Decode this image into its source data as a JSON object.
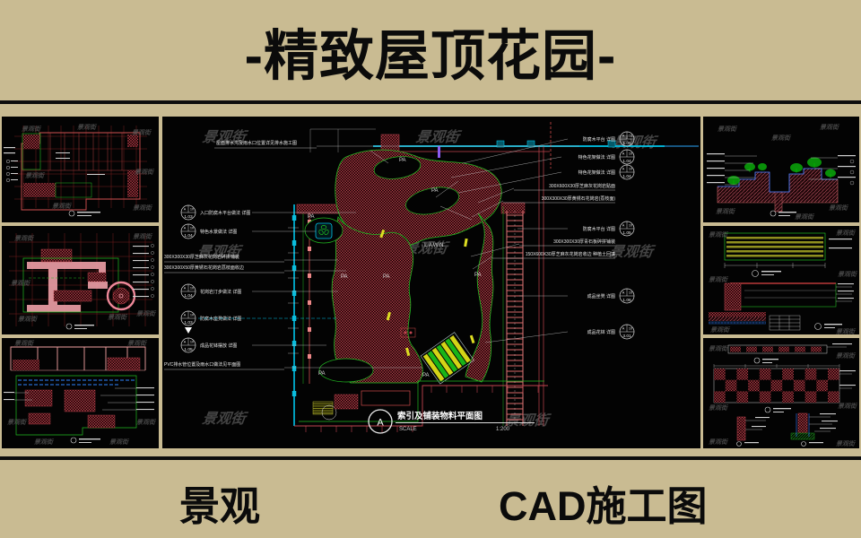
{
  "page": {
    "background": "#c9bb92",
    "panel_background": "#030303",
    "accent_red": "#c2454f",
    "accent_green": "#22bb22",
    "accent_cyan": "#00c4ea"
  },
  "header": {
    "title": "-精致屋顶花园-"
  },
  "footer": {
    "left_text": "景观",
    "right_text": "CAD施工图"
  },
  "watermark": {
    "text": "景观街"
  },
  "main_drawing": {
    "sheet_letter": "A",
    "title": "索引及铺装物料平面图",
    "scale_label": "SCALE",
    "scale_value": "1:200",
    "labels": {
      "lawn": "LAWN",
      "pa": "PA"
    },
    "callout": {
      "zone": "A",
      "sheet": "10"
    },
    "annotation_top": "屋面排水沟及雨水口位置详见排水施工图",
    "annotations_left": [
      {
        "ref": "1.03",
        "text": "入口防腐木平台做法 详图"
      },
      {
        "ref": "1.04",
        "text": "特色水景做法 详图"
      },
      {
        "text": "300X300X30厚芝麻灰花岗岩碎拼铺装"
      },
      {
        "text": "300X300X50厚黄锈石花岗岩荔枝面收边"
      },
      {
        "ref": "1.04",
        "text": "花岗岩汀步做法 详图"
      },
      {
        "ref": "1.03",
        "text": "防腐木座凳做法 详图"
      },
      {
        "ref": "1.05",
        "text": "成品花钵摆放 详图"
      },
      {
        "text": "PVC排水管位置及雨水口做法见平面图"
      }
    ],
    "annotations_right": [
      {
        "ref": "1.05",
        "text": "防腐木平台 详图"
      },
      {
        "ref": "1.04",
        "text": "特色花架做法 详图"
      },
      {
        "ref": "1.04",
        "text": "特色花架做法 详图"
      },
      {
        "text": "300X600X30厚芝麻灰花岗岩贴面"
      },
      {
        "text": "300X300X30厚黄锈石花岗岩(荔枝面)"
      },
      {
        "ref": "1.05",
        "text": "防腐木平台 详图"
      },
      {
        "text": "300X300X30厚青石板碎拼铺装"
      },
      {
        "text": "150X600X30厚芝麻灰花岗岩收边 种植土回填"
      },
      {
        "ref": "1.06",
        "text": "成品坐凳 详图"
      },
      {
        "ref": "3.01",
        "text": "成品花钵 详图"
      }
    ]
  }
}
